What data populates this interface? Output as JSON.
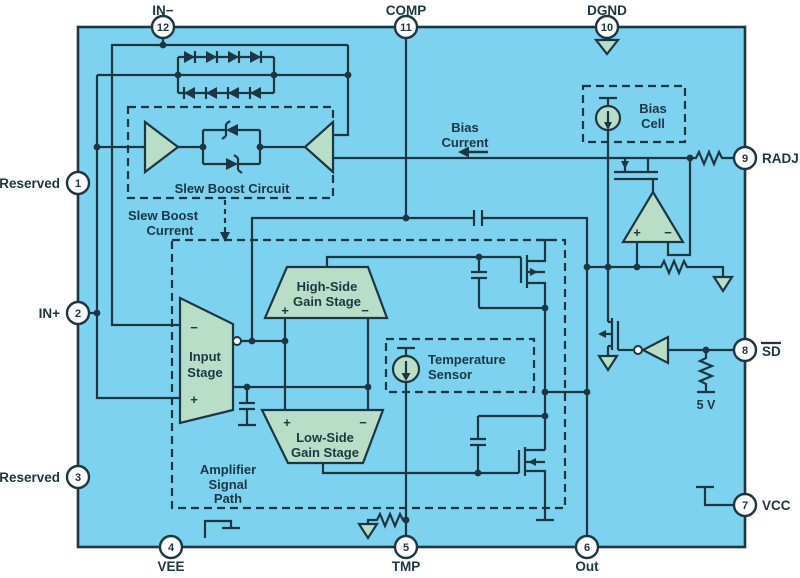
{
  "title": "Amplifier IC functional block diagram",
  "colors": {
    "background": "#FFFFFF",
    "chip_fill": "#7DD2F0",
    "line": "#1C3642",
    "block_fill": "#B9DEC8",
    "pin_fill": "#FFFFFF"
  },
  "pins": [
    {
      "num": "1",
      "name": "Reserved",
      "side": "left"
    },
    {
      "num": "2",
      "name": "IN+",
      "side": "left"
    },
    {
      "num": "3",
      "name": "Reserved",
      "side": "left"
    },
    {
      "num": "4",
      "name": "VEE",
      "side": "bottom"
    },
    {
      "num": "5",
      "name": "TMP",
      "side": "bottom"
    },
    {
      "num": "6",
      "name": "Out",
      "side": "bottom"
    },
    {
      "num": "7",
      "name": "VCC",
      "side": "right"
    },
    {
      "num": "8",
      "name": "SD",
      "side": "right",
      "overline": true
    },
    {
      "num": "9",
      "name": "RADJ",
      "side": "right"
    },
    {
      "num": "10",
      "name": "DGND",
      "side": "top"
    },
    {
      "num": "11",
      "name": "COMP",
      "side": "top"
    },
    {
      "num": "12",
      "name": "IN−",
      "side": "top"
    }
  ],
  "labels": {
    "slew_boost_circuit": "Slew Boost Circuit",
    "slew_boost_current_1": "Slew Boost",
    "slew_boost_current_2": "Current",
    "bias_current_1": "Bias",
    "bias_current_2": "Current",
    "amp_path_1": "Amplifier",
    "amp_path_2": "Signal",
    "amp_path_3": "Path",
    "input_stage_1": "Input",
    "input_stage_2": "Stage",
    "high_side_1": "High-Side",
    "high_side_2": "Gain Stage",
    "low_side_1": "Low-Side",
    "low_side_2": "Gain Stage",
    "temp_sensor_1": "Temperature",
    "temp_sensor_2": "Sensor",
    "bias_cell_1": "Bias",
    "bias_cell_2": "Cell",
    "five_v": "5 V",
    "plus": "+",
    "minus": "−"
  }
}
